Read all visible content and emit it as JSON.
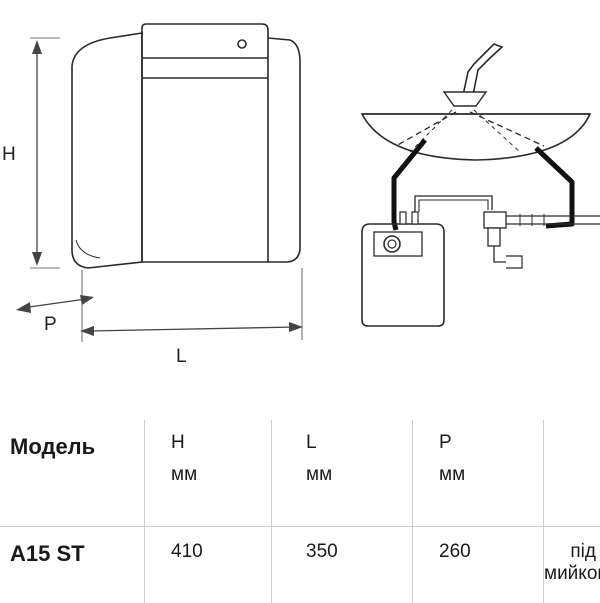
{
  "diagram": {
    "dimension_labels": {
      "height": "H",
      "length": "L",
      "depth": "P"
    }
  },
  "table": {
    "headers": {
      "model": "Модель",
      "h": "H",
      "l": "L",
      "p": "P",
      "unit": "мм"
    },
    "rows": [
      {
        "model": "A15 ST",
        "h": "410",
        "l": "350",
        "p": "260",
        "note": "під мийкою"
      }
    ]
  }
}
